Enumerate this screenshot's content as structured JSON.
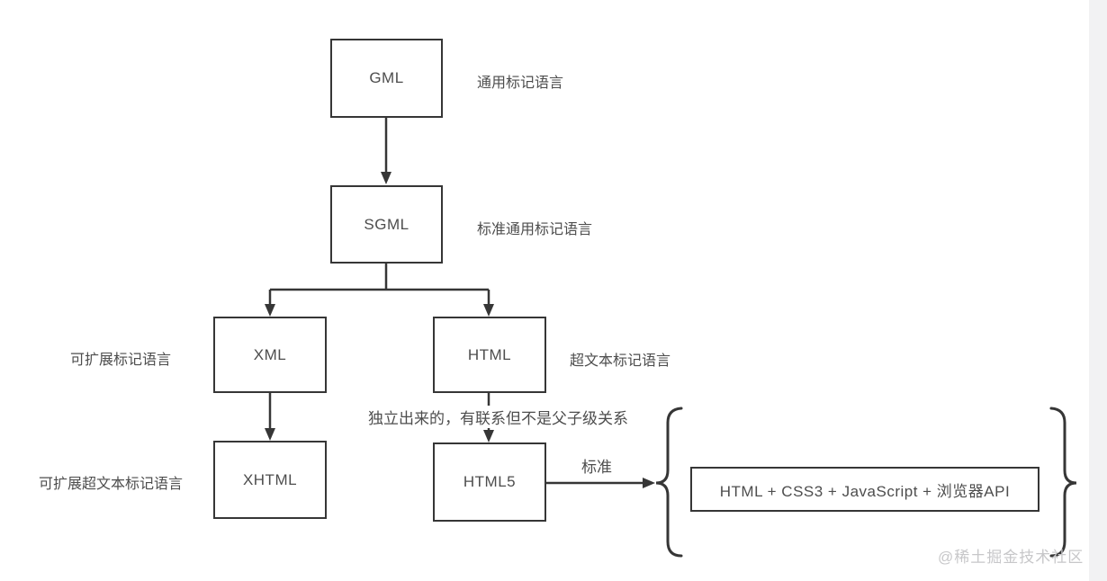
{
  "diagram": {
    "title_implicit": "markup-language-evolution",
    "nodes": {
      "gml": {
        "label": "GML",
        "annotation": "通用标记语言"
      },
      "sgml": {
        "label": "SGML",
        "annotation": "标准通用标记语言"
      },
      "xml": {
        "label": "XML",
        "annotation": "可扩展标记语言"
      },
      "html": {
        "label": "HTML",
        "annotation": "超文本标记语言"
      },
      "xhtml": {
        "label": "XHTML",
        "annotation": "可扩展超文本标记语言"
      },
      "html5": {
        "label": "HTML5"
      },
      "standards_box": {
        "label": "HTML + CSS3 + JavaScript + 浏览器API"
      }
    },
    "edges": [
      {
        "from": "gml",
        "to": "sgml",
        "label": ""
      },
      {
        "from": "sgml",
        "to": "xml",
        "label": ""
      },
      {
        "from": "sgml",
        "to": "html",
        "label": ""
      },
      {
        "from": "xml",
        "to": "xhtml",
        "label": ""
      },
      {
        "from": "html",
        "to": "html5",
        "label": "独立出来的，有联系但不是父子级关系"
      },
      {
        "from": "html5",
        "to": "standards_box",
        "label": "标准"
      }
    ],
    "annotations": {
      "html5_note": "独立出来的，有联系但不是父子级关系",
      "standard_edge_label": "标准"
    },
    "watermark": "@稀土掘金技术社区",
    "colors": {
      "line": "#363636",
      "text": "#4d4d4d",
      "watermark": "#c7c7c9",
      "background": "#ffffff",
      "right_edge_strip": "#f2f2f3"
    }
  }
}
